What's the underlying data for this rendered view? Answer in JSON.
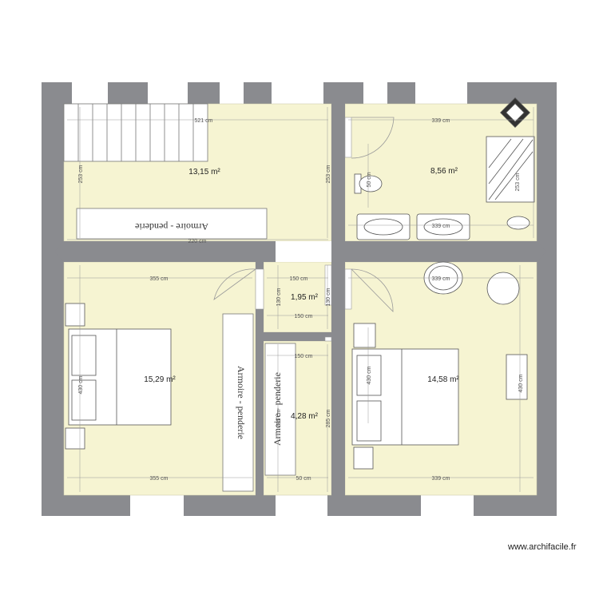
{
  "rooms": [
    {
      "id": "r1",
      "area": "13,15 m²",
      "w": "521 cm",
      "h": "253 cm"
    },
    {
      "id": "r2",
      "area": "8,56 m²",
      "w": "339 cm",
      "h": "253 cm"
    },
    {
      "id": "r3",
      "area": "15,29 m²",
      "w": "355 cm",
      "h": "430 cm"
    },
    {
      "id": "r4",
      "area": "1,95 m²",
      "w": "150 cm",
      "h": "130 cm"
    },
    {
      "id": "r5",
      "area": "4,28 m²",
      "w": "150 cm",
      "h": "285 cm"
    },
    {
      "id": "r6",
      "area": "14,58 m²",
      "w": "339 cm",
      "h": "430 cm"
    }
  ],
  "dims": {
    "corridor_w": "220 cm",
    "r3_bottom": "355 cm",
    "r6_bottom": "339 cm",
    "r4_bottom": "150 cm",
    "r4_mid": "150 cm",
    "r5_bottom": "50 cm",
    "r2_vanity": "339 cm",
    "r2_small_h": "50 cm",
    "r2_right_h": "253 cm",
    "r5_inner": "285 cm",
    "r6_left_h": "430 cm",
    "r6_right_h": "430 cm",
    "r3_left_h": "430 cm",
    "r4_right_h": "130 cm",
    "r5_right_h": "285 cm",
    "r6_sink": "339 cm",
    "r6_table": "339 cm"
  },
  "furniture": {
    "wardrobe_r1": "Armoire - penderie",
    "wardrobe_r3": "Armoire - penderie",
    "wardrobe_r5": "Armoire - penderie"
  },
  "credit": "www.archifacile.fr"
}
